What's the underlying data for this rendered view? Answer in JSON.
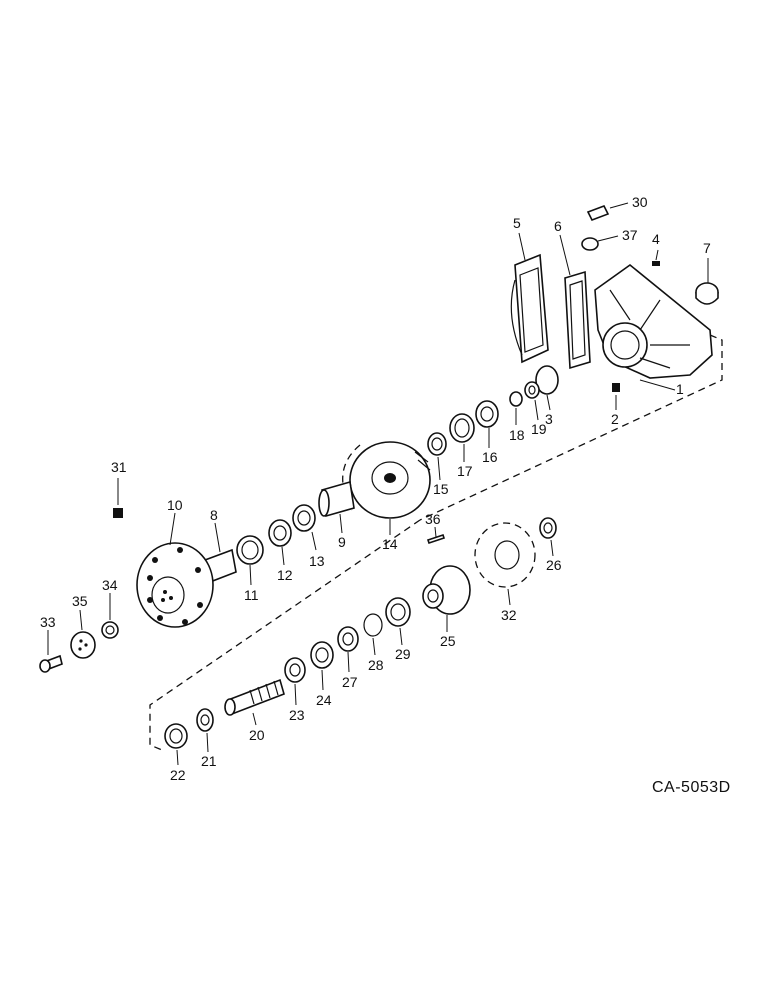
{
  "diagram": {
    "drawing_code": "CA-5053D",
    "callouts": [
      "1",
      "2",
      "3",
      "4",
      "5",
      "6",
      "7",
      "8",
      "9",
      "10",
      "11",
      "12",
      "13",
      "14",
      "15",
      "16",
      "17",
      "18",
      "19",
      "20",
      "21",
      "22",
      "23",
      "24",
      "25",
      "26",
      "27",
      "28",
      "29",
      "30",
      "31",
      "32",
      "33",
      "34",
      "35",
      "36",
      "37"
    ]
  }
}
